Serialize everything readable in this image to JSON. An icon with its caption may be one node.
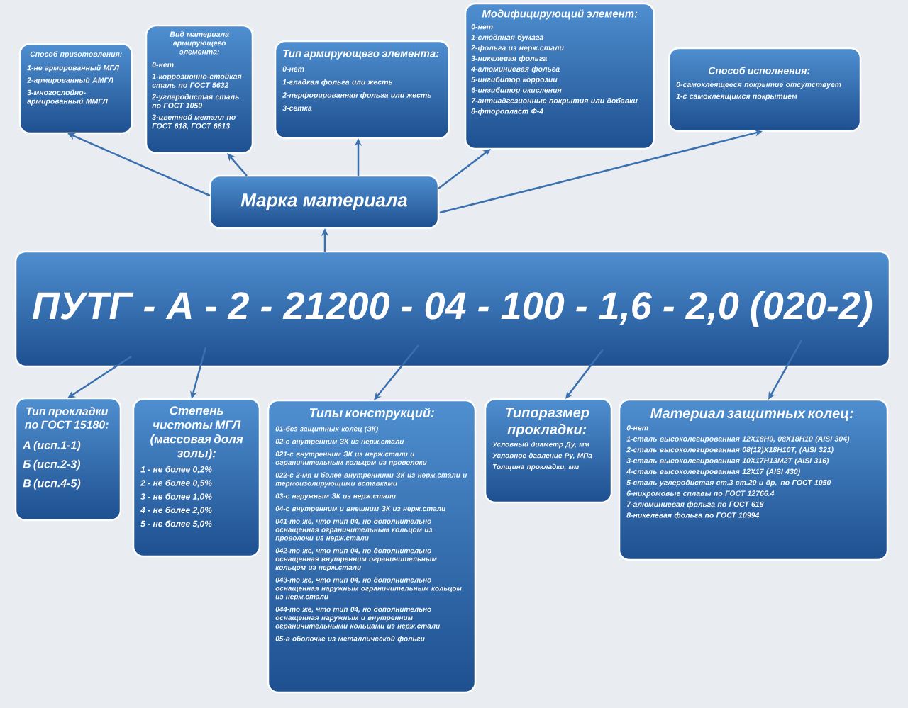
{
  "diagram": {
    "nodes": [
      {
        "text": [
          "Марка материала"
        ]
      },
      {
        "text": [
          "Способ приготовления:",
          "1-не армированный МГЛ",
          "2-армированный АМГЛ",
          "3-многослойно-армированный ММГЛ"
        ]
      },
      {
        "text": [
          "Вид материала армирующего элемента:",
          "0-нет",
          "1-коррозионно-стойкая сталь по ГОСТ 5632",
          "2-углеродистая сталь по ГОСТ 1050",
          "3-цветной металл по ГОСТ 618, ГОСТ 6613"
        ]
      },
      {
        "text": [
          "Тип армирующего элемента:",
          "0-нет",
          "1-гладкая фольга или жесть",
          "2-перфорированная фольга или жесть",
          "3-сетка"
        ]
      },
      {
        "text": [
          "Модифицирующий элемент:",
          "0-нет",
          "1-слюдяная бумага",
          "2-фольга из нерж.стали",
          "3-никелевая фольга",
          "4-алюминиевая фольга",
          "5-ингибитор коррозии",
          "6-ингибитор окисления",
          "7-антиадгезионные покрытия или добавки",
          "8-фторопласт Ф-4"
        ]
      },
      {
        "text": [
          "Способ исполнения:",
          "0-самоклеящееся покрытие отсутствует",
          "1-с самоклеящимся покрытием"
        ]
      },
      {
        "text": [
          "ПУТГ - А - 2 - 21200 - 04 - 100 - 1,6 - 2,0 (020-2)"
        ]
      },
      {
        "text": [
          "Тип прокладки по ГОСТ 15180:",
          "А (исп.1-1)",
          "Б (исп.2-3)",
          "В (исп.4-5)"
        ]
      },
      {
        "text": [
          "Степень чистоты МГЛ (массовая доля золы):",
          "1 - не более 0,2%",
          "2 - не более 0,5%",
          "3 - не более 1,0%",
          "4 - не более 2,0%",
          "5 - не более 5,0%"
        ]
      },
      {
        "text": [
          "Типы конструкций:",
          "01-без защитных колец (ЗК)",
          "02-с внутренним ЗК из нерж.стали",
          "021-с внутренним ЗК из нерж.стали и ограничительным кольцом из проволоки",
          "022-с 2-мя и более внутренними ЗК из нерж.стали и термоизолирующими вставками",
          "03-с наружным ЗК из нерж.стали",
          "04-с внутренним и внешним ЗК из нерж.стали",
          "041-то же, что тип 04, но дополнительно оснащенная ограничительным кольцом из проволоки из нерж.стали",
          "042-то же, что тип 04, но дополнительно оснащенная внутренним ограничительным кольцом из нерж.стали",
          "043-то же, что тип 04, но дополнительно оснащенная наружным ограничительным кольцом из нерж.стали",
          "044-то же, что тип 04, но дополнительно оснащенная наружным и внутренним ограничительными кольцами из нерж.стали",
          "05-в оболочке из металлической фольги"
        ]
      },
      {
        "text": [
          "Типоразмер прокладки:",
          "Условный диаметр Ду, мм",
          "Условное давление Ру, МПа",
          "Толщина прокладки, мм"
        ]
      },
      {
        "text": [
          "Материал защитных колец:",
          "0-нет",
          "1-сталь высоколегированная 12Х18Н9, 08Х18Н10 (AISI 304)",
          "2-сталь высоколегированная 08(12)Х18Н10Т, (AISI 321)",
          "3-сталь высоколегированная 10Х17Н13М2Т (AISI 316)",
          "4-сталь высоколегированная 12Х17 (AISI 430)",
          "5-сталь углеродистая ст.3 ст.20 и др. по ГОСТ 1050",
          "6-нихромовые сплавы по ГОСТ 12766.4",
          "7-алюминиевая фольга по ГОСТ 618",
          "8-никелевая фольга по ГОСТ 10994"
        ]
      }
    ],
    "edges": [
      {
        "from": 6,
        "to": 0,
        "arrow": "to"
      },
      {
        "from": 0,
        "to": 1,
        "arrow": "to"
      },
      {
        "from": 0,
        "to": 2,
        "arrow": "to"
      },
      {
        "from": 0,
        "to": 3,
        "arrow": "to"
      },
      {
        "from": 0,
        "to": 4,
        "arrow": "to"
      },
      {
        "from": 0,
        "to": 5,
        "arrow": "to"
      },
      {
        "from": 6,
        "to": 7,
        "arrow": "to"
      },
      {
        "from": 6,
        "to": 8,
        "arrow": "to"
      },
      {
        "from": 6,
        "to": 9,
        "arrow": "to"
      },
      {
        "from": 6,
        "to": 10,
        "arrow": "to"
      },
      {
        "from": 6,
        "to": 11,
        "arrow": "to"
      }
    ]
  }
}
